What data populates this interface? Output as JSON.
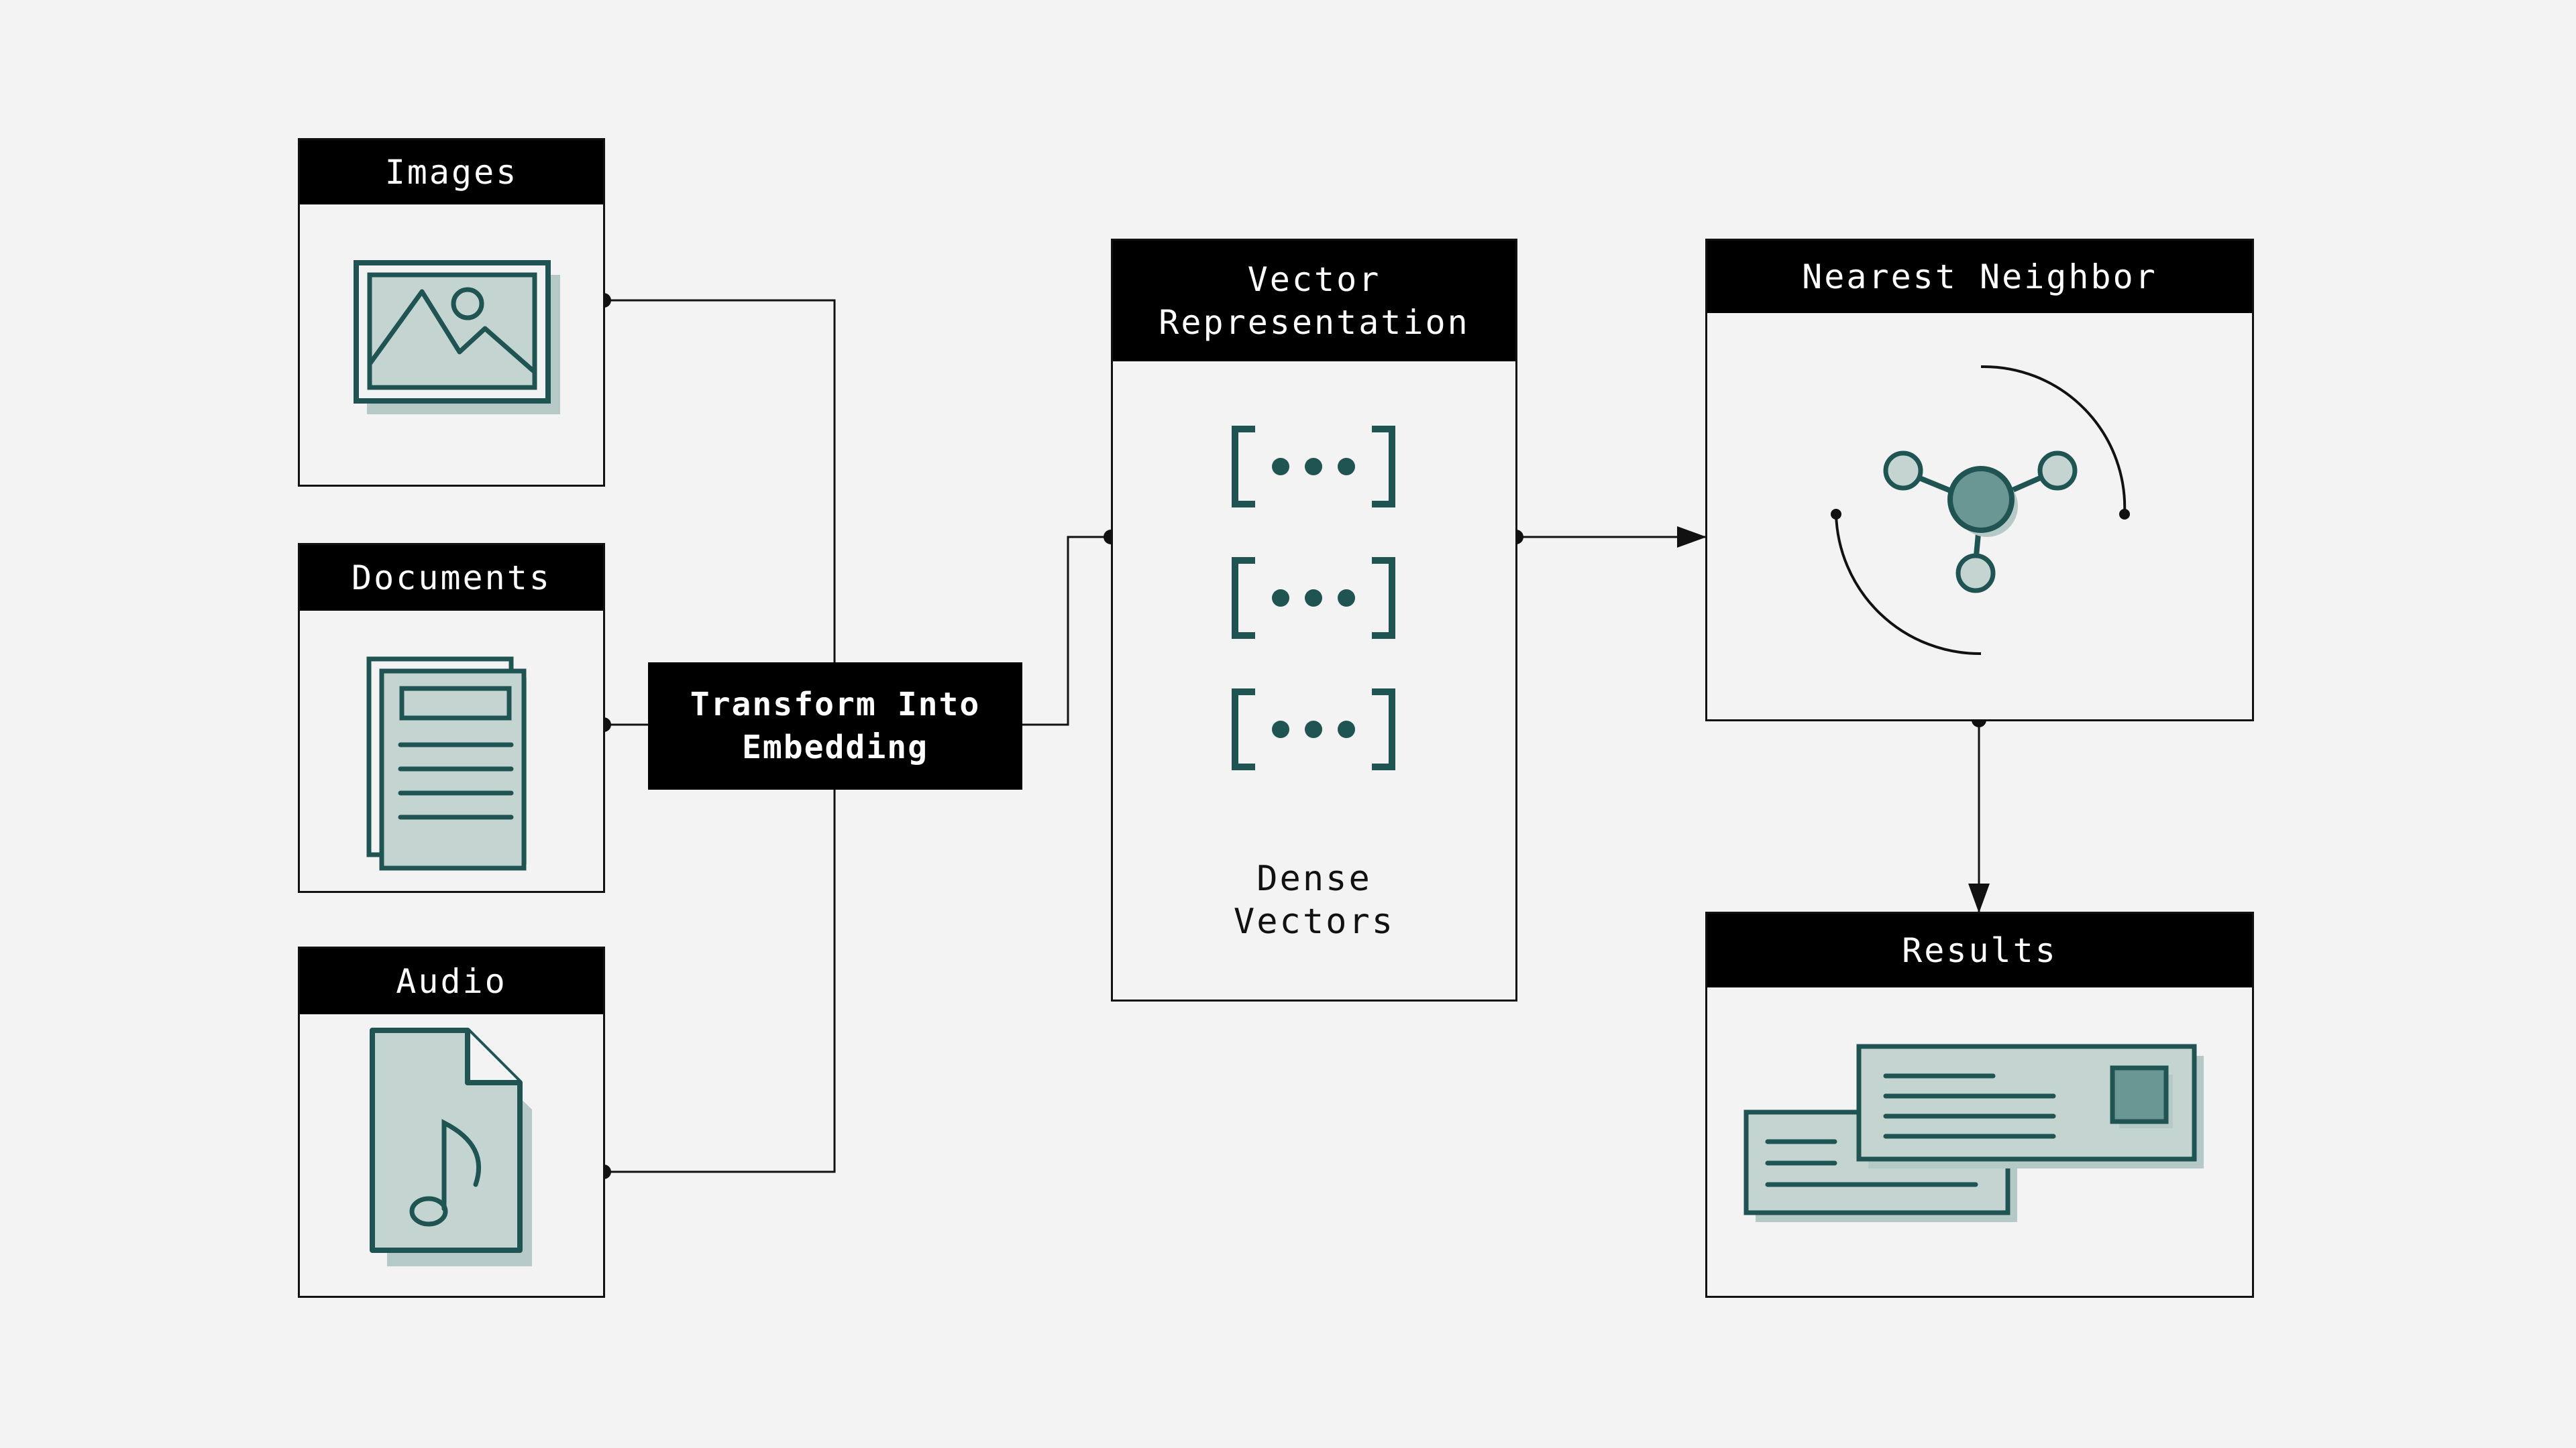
{
  "inputs": [
    {
      "label": "Images",
      "icon": "image-icon"
    },
    {
      "label": "Documents",
      "icon": "documents-icon"
    },
    {
      "label": "Audio",
      "icon": "audio-file-icon"
    }
  ],
  "transform": {
    "label": "Transform Into\nEmbedding"
  },
  "vector": {
    "title": "Vector\nRepresentation",
    "icon": "vector-brackets-icon",
    "caption": "Dense\nVectors"
  },
  "neighbor": {
    "title": "Nearest Neighbor",
    "icon": "nearest-neighbor-graph-icon"
  },
  "results": {
    "title": "Results",
    "icon": "result-cards-icon"
  },
  "colors": {
    "accent": "#1f5452",
    "fill_light": "#c3d4d1",
    "fill_shadow": "#b5c9c6",
    "node_fill": "#6a9693",
    "header": "#000000",
    "background": "#f3f3f3"
  }
}
